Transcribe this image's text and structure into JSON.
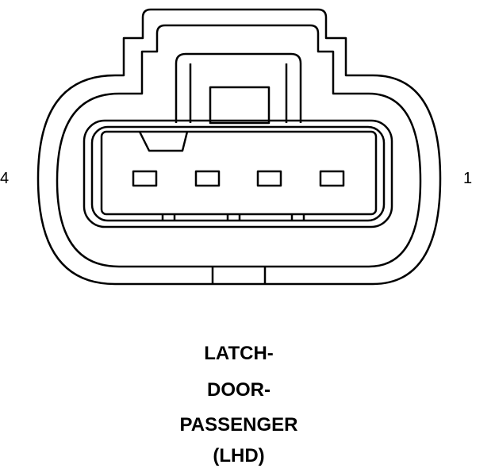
{
  "connector": {
    "pin_label_left": "4",
    "pin_label_right": "1",
    "cavity_count": 4
  },
  "caption": {
    "line1": "LATCH-",
    "line2": "DOOR-",
    "line3": "PASSENGER",
    "line4": "(LHD)"
  },
  "colors": {
    "stroke": "#000000",
    "background": "#ffffff"
  }
}
